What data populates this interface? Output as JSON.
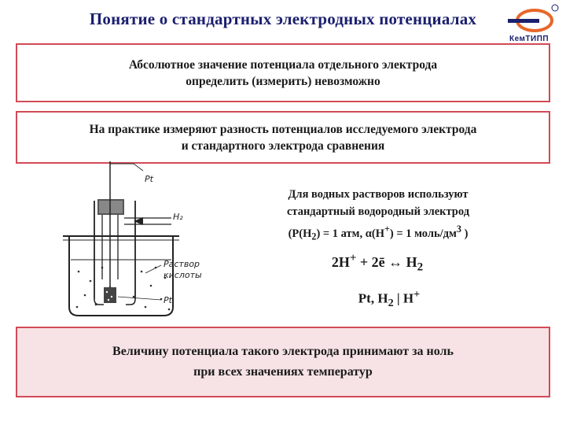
{
  "header": {
    "title": "Понятие о стандартных электродных потенциалах",
    "logo_text": "КемТИПП"
  },
  "box1": {
    "line1": "Абсолютное значение потенциала отдельного электрода",
    "line2": "определить (измерить) невозможно"
  },
  "box2": {
    "line1": "На практике измеряют разность потенциалов исследуемого электрода",
    "line2": "и стандартного электрода сравнения"
  },
  "description": {
    "line1": "Для водных растворов используют",
    "line2": "стандартный водородный электрод",
    "line3_pre": "(P(H",
    "line3_sub": "2",
    "line3_mid": ") = 1 атм, α(H",
    "line3_sup1": "+",
    "line3_post": ") = 1 моль/дм",
    "line3_sup2": "3",
    "line3_end": " )"
  },
  "equation": {
    "left": "2H",
    "left_sup": "+",
    "middle": " + 2ē ↔ H",
    "right_sub": "2"
  },
  "cell_notation": {
    "pre": "Pt,  H",
    "sub": "2",
    "mid": " | H",
    "sup": "+"
  },
  "diagram": {
    "label_pt_top": "Pt",
    "label_h2": "H₂",
    "label_solution_line1": "Раствор",
    "label_solution_line2": "кислоты",
    "label_pt_bottom": "Pt"
  },
  "box3": {
    "line1": "Величину потенциала такого электрода принимают за ноль",
    "line2": "при всех значениях температур"
  },
  "colors": {
    "title": "#1b1f6e",
    "box_border": "#d24a57",
    "box3_fill": "#f7e3e5",
    "logo_orange": "#e8672a"
  }
}
